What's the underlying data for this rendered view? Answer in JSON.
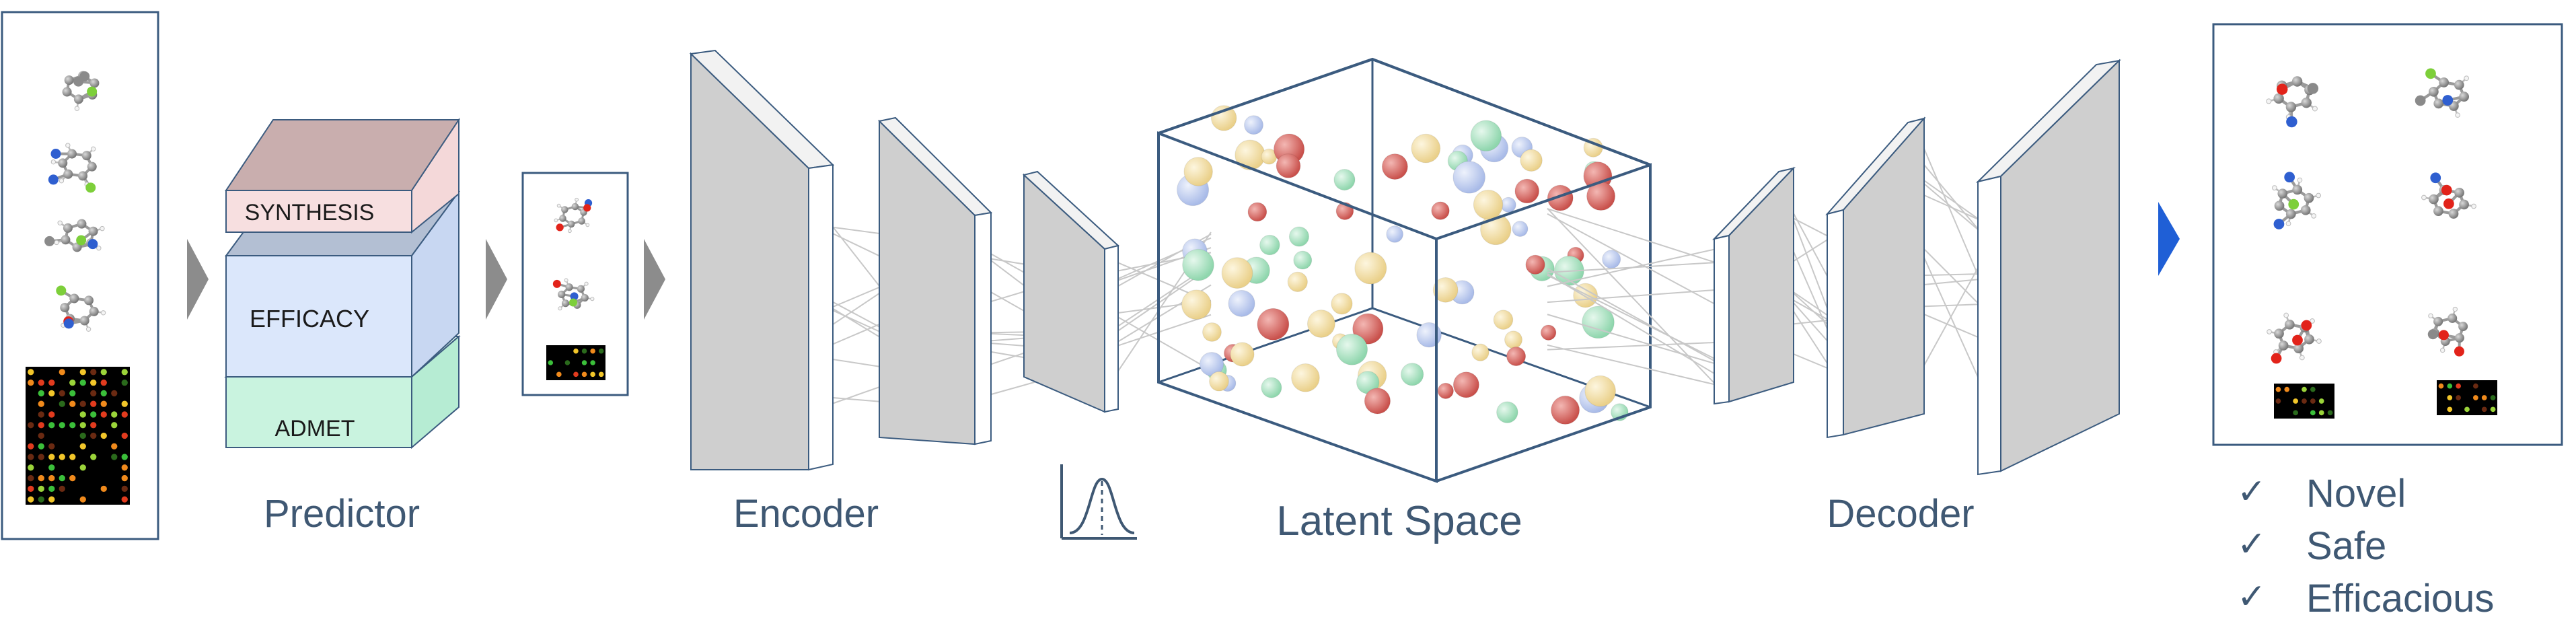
{
  "labels": {
    "predictor": "Predictor",
    "encoder": "Encoder",
    "latent_space": "Latent Space",
    "decoder": "Decoder"
  },
  "predictor_blocks": {
    "synthesis": "SYNTHESIS",
    "efficacy": "EFFICACY",
    "admet": "ADMET"
  },
  "outcomes": {
    "check_glyph": "✓",
    "items": [
      "Novel",
      "Safe",
      "Efficacious"
    ]
  },
  "colors": {
    "label_text": "#3f5873",
    "arrow_gray": "#8c8c8c",
    "arrow_blue": "#1f5fd6",
    "frame_blue": "#3b5b7f",
    "synthesis_fill": "#f7dfe0",
    "efficacy_fill": "#dbe7fb",
    "admet_fill": "#c9f3df",
    "panel_fill": "#cfcfcf",
    "sphere_red": "#d2605b",
    "sphere_blue": "#b9c8ec",
    "sphere_green": "#a7e2c0",
    "sphere_yellow": "#f4e2a6"
  }
}
